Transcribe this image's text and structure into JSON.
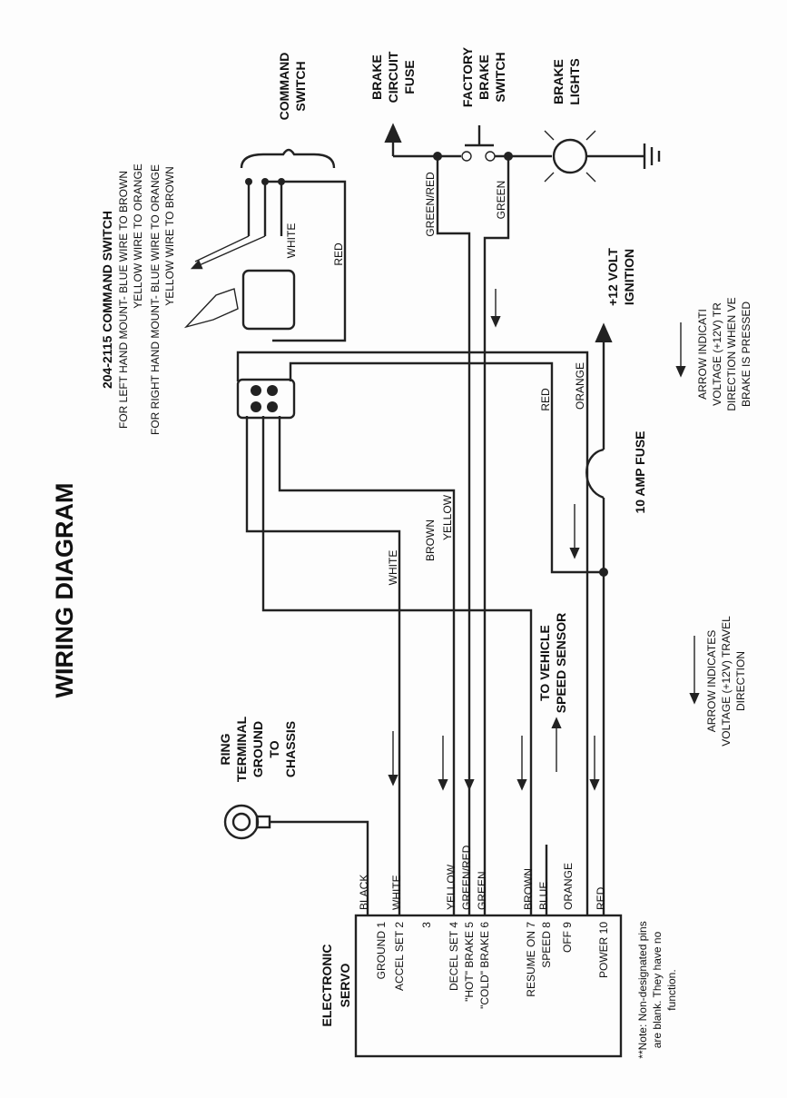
{
  "title": "WIRING DIAGRAM",
  "command_switch": {
    "part_title": "204-2115 COMMAND SWITCH",
    "left_hand": "FOR LEFT HAND MOUNT- BLUE WIRE TO BROWN",
    "left_hand_2": "YELLOW WIRE TO ORANGE",
    "right_hand": "FOR RIGHT HAND MOUNT- BLUE WIRE TO ORANGE",
    "right_hand_2": "YELLOW WIRE TO BROWN",
    "label_1": "COMMAND",
    "label_2": "SWITCH",
    "white": "WHITE",
    "red": "RED"
  },
  "brake": {
    "fuse_1": "BRAKE",
    "fuse_2": "CIRCUIT",
    "fuse_3": "FUSE",
    "switch_1": "FACTORY",
    "switch_2": "BRAKE",
    "switch_3": "SWITCH",
    "lights_1": "BRAKE",
    "lights_2": "LIGHTS",
    "greenred": "GREEN/RED",
    "green": "GREEN"
  },
  "ignition": {
    "line_1": "+12 VOLT",
    "line_2": "IGNITION"
  },
  "fuse10": "10 AMP FUSE",
  "connector_wires": {
    "red": "RED",
    "orange": "ORANGE",
    "yellow": "YELLOW",
    "brown": "BROWN",
    "white": "WHITE"
  },
  "ground": {
    "l1": "RING",
    "l2": "TERMINAL",
    "l3": "GROUND",
    "l4": "TO",
    "l5": "CHASSIS"
  },
  "speed_sensor": {
    "l1": "TO VEHICLE",
    "l2": "SPEED SENSOR"
  },
  "servo": {
    "title_1": "ELECTRONIC",
    "title_2": "SERVO",
    "pins": [
      "GROUND 1",
      "ACCEL SET 2",
      "3",
      "DECEL SET 4",
      "\"HOT\" BRAKE 5",
      "\"COLD\" BRAKE 6",
      "RESUME ON 7",
      "SPEED 8",
      "OFF 9",
      "POWER 10"
    ],
    "wires": [
      "BLACK",
      "WHITE",
      "",
      "YELLOW",
      "GREEN/RED",
      "GREEN",
      "BROWN",
      "BLUE",
      "ORANGE",
      "RED"
    ]
  },
  "note": {
    "l1": "**Note:  Non-designated pins",
    "l2": "are blank. They have no",
    "l3": "function."
  },
  "arrow_note_1": {
    "l1": "ARROW  INDICATES",
    "l2": "VOLTAGE (+12V)  TRAVEL",
    "l3": "DIRECTION"
  },
  "arrow_note_2": {
    "l1": "ARROW  INDICATI",
    "l2": "VOLTAGE (+12V)  TR",
    "l3": "DIRECTION WHEN VE",
    "l4": "BRAKE IS PRESSED"
  }
}
